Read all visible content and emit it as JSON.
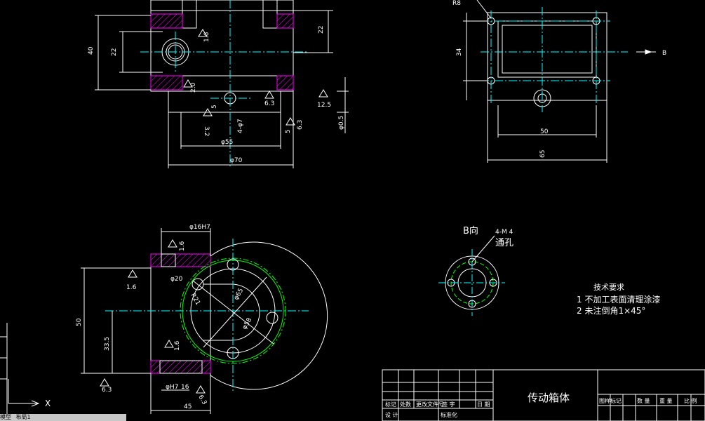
{
  "colors": {
    "background": "#000000",
    "outline": "#ffffff",
    "center": "#00ffff",
    "hatch": "#ff00ff",
    "circle": "#00ff00",
    "dim": "#ffffff"
  },
  "top_left_view": {
    "dims": [
      "40",
      "22",
      "22",
      "1.6",
      "2.0",
      "3.2",
      "5",
      "6.3",
      "4-φ7",
      "5",
      "6.3",
      "12.5",
      "φ0.5",
      "φ55",
      "φ70"
    ]
  },
  "top_right_view": {
    "dims": [
      "R8",
      "34",
      "50",
      "65",
      "B"
    ]
  },
  "bottom_left_view": {
    "dims": [
      "φ16H7",
      "1.6",
      "1.6",
      "φ20",
      "R21",
      "φ65",
      "φ58",
      "50",
      "33.5",
      "1.6",
      "6.3",
      "φH7",
      "16",
      "6.3",
      "45"
    ]
  },
  "b_view": {
    "title": "B向",
    "note_top": "4-M 4",
    "note_bottom": "通孔"
  },
  "tech_req": {
    "title": "技术要求",
    "items": [
      "1  不加工表面清理涂漆",
      "2  未注倒角1×45°"
    ]
  },
  "title_block": {
    "part_name": "传动箱体",
    "header_row": [
      "标记",
      "处数",
      "更改文件号",
      "签 字",
      "日 期"
    ],
    "row_bottom": [
      "设 计",
      "标准化"
    ],
    "right_row": [
      "图样标记",
      "数 量",
      "重 量",
      "比 例"
    ]
  },
  "ucs_axis": "X",
  "layout_tabs": [
    "模型",
    "布局1"
  ]
}
